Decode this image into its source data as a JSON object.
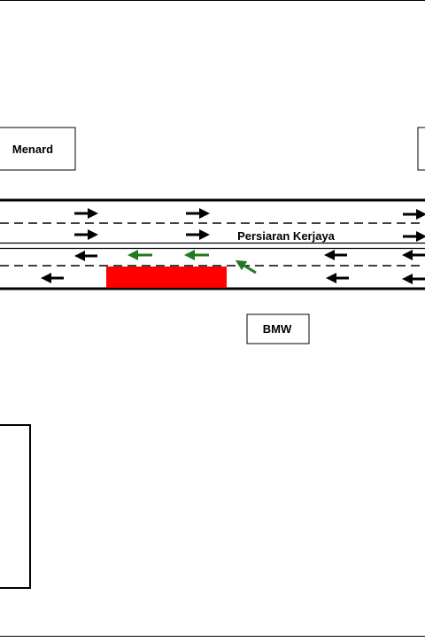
{
  "diagram": {
    "road_name": "Persiaran Kerjaya",
    "buildings": {
      "top_left": "Menard",
      "bottom_center": "BMW",
      "top_right": ""
    },
    "colors": {
      "road_border": "#000000",
      "traffic_arrow": "#000000",
      "diverted_arrow": "#217a1f",
      "blocked_zone": "#ff0000",
      "background": "#ffffff"
    },
    "lanes": [
      {
        "id": "lane-1",
        "direction": "east",
        "arrows": 3
      },
      {
        "id": "lane-2",
        "direction": "east",
        "arrows": 3
      },
      {
        "id": "lane-3",
        "direction": "west",
        "arrows": 3,
        "diverted_arrows": 2
      },
      {
        "id": "lane-4",
        "direction": "west",
        "arrows": 3
      }
    ]
  }
}
